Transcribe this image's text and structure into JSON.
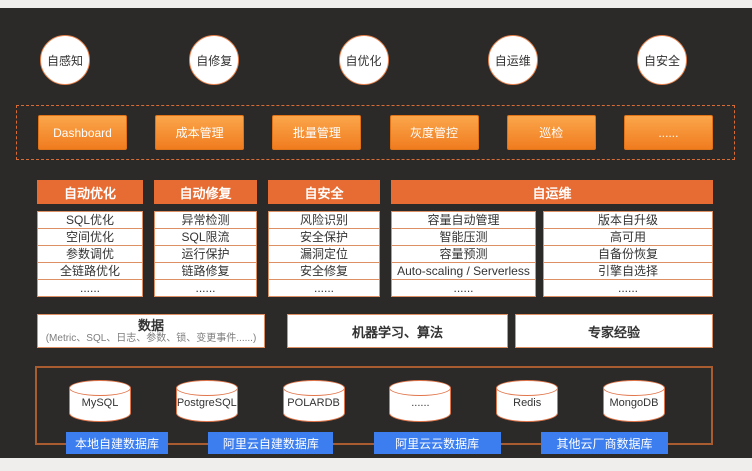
{
  "colors": {
    "bg_dark": "#2B2A28",
    "frame_light": "#EFEEEC",
    "header_orange": "#E76C33",
    "button_gradient_top": "#FBA64B",
    "button_gradient_bottom": "#F07C1F",
    "dashed_border_orange": "#D96B35",
    "cell_border_orange": "#DC9064",
    "db_box_border": "#A85C30",
    "category_blue": "#3C7EF0"
  },
  "capability_circles": [
    "自感知",
    "自修复",
    "自优化",
    "自运维",
    "自安全"
  ],
  "toolbar_buttons": [
    "Dashboard",
    "成本管理",
    "批量管理",
    "灰度管控",
    "巡检",
    "......"
  ],
  "matrix_columns": [
    {
      "header": "自动优化",
      "items": [
        "SQL优化",
        "空间优化",
        "参数调优",
        "全链路优化",
        "......"
      ]
    },
    {
      "header": "自动修复",
      "items": [
        "异常检测",
        "SQL限流",
        "运行保护",
        "链路修复",
        "......"
      ]
    },
    {
      "header": "自安全",
      "items": [
        "风险识别",
        "安全保护",
        "漏洞定位",
        "安全修复",
        "......"
      ]
    },
    {
      "header": "自运维",
      "subcolumns": [
        [
          "容量自动管理",
          "智能压测",
          "容量预测",
          "Auto-scaling / Serverless",
          "......"
        ],
        [
          "版本自升级",
          "高可用",
          "自备份恢复",
          "引擎自选择",
          "......"
        ]
      ]
    }
  ],
  "foundation_boxes": {
    "data": {
      "title": "数据",
      "subtitle": "(Metric、SQL、日志、参数、锁、变更事件......)"
    },
    "ml": {
      "label": "机器学习、算法"
    },
    "expert": {
      "label": "专家经验"
    }
  },
  "databases": {
    "engines": [
      "MySQL",
      "PostgreSQL",
      "POLARDB",
      "......",
      "Redis",
      "MongoDB"
    ],
    "categories": [
      "本地自建数据库",
      "阿里云自建数据库",
      "阿里云云数据库",
      "其他云厂商数据库"
    ]
  }
}
